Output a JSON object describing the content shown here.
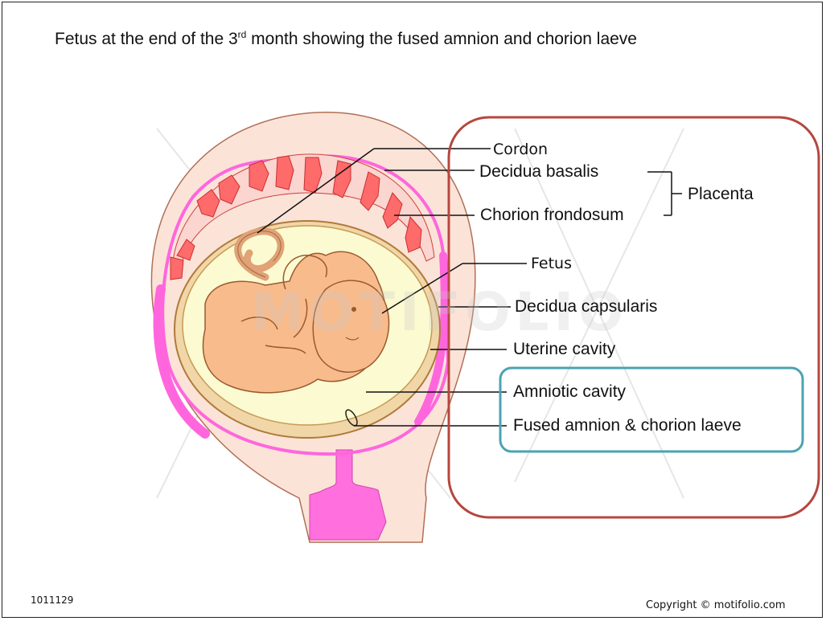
{
  "title": {
    "prefix": "Fetus at the end of the 3",
    "superscript": "rd",
    "suffix": " month showing the fused amnion and chorion laeve"
  },
  "labels": {
    "cordon": "Cordon",
    "decidua_basalis": "Decidua basalis",
    "placenta": "Placenta",
    "chorion_frondosum": "Chorion frondosum",
    "fetus": "Fetus",
    "decidua_capsularis": "Decidua capsularis",
    "uterine_cavity": "Uterine cavity",
    "amniotic_cavity": "Amniotic cavity",
    "fused_amnion": "Fused amnion & chorion laeve"
  },
  "footer": {
    "id": "1011129",
    "copyright": "Copyright © motifolio.com"
  },
  "watermark": "MOTIFOLIO",
  "colors": {
    "red_box": "#b5473f",
    "teal_box": "#4ba3b3",
    "uterine_wall": "#fbe3d8",
    "decidua_pink": "#ff66dd",
    "placenta_red": "#ff6a6a",
    "amnion_yellow": "#fcfad0",
    "fetus_skin": "#f8bb8c"
  }
}
